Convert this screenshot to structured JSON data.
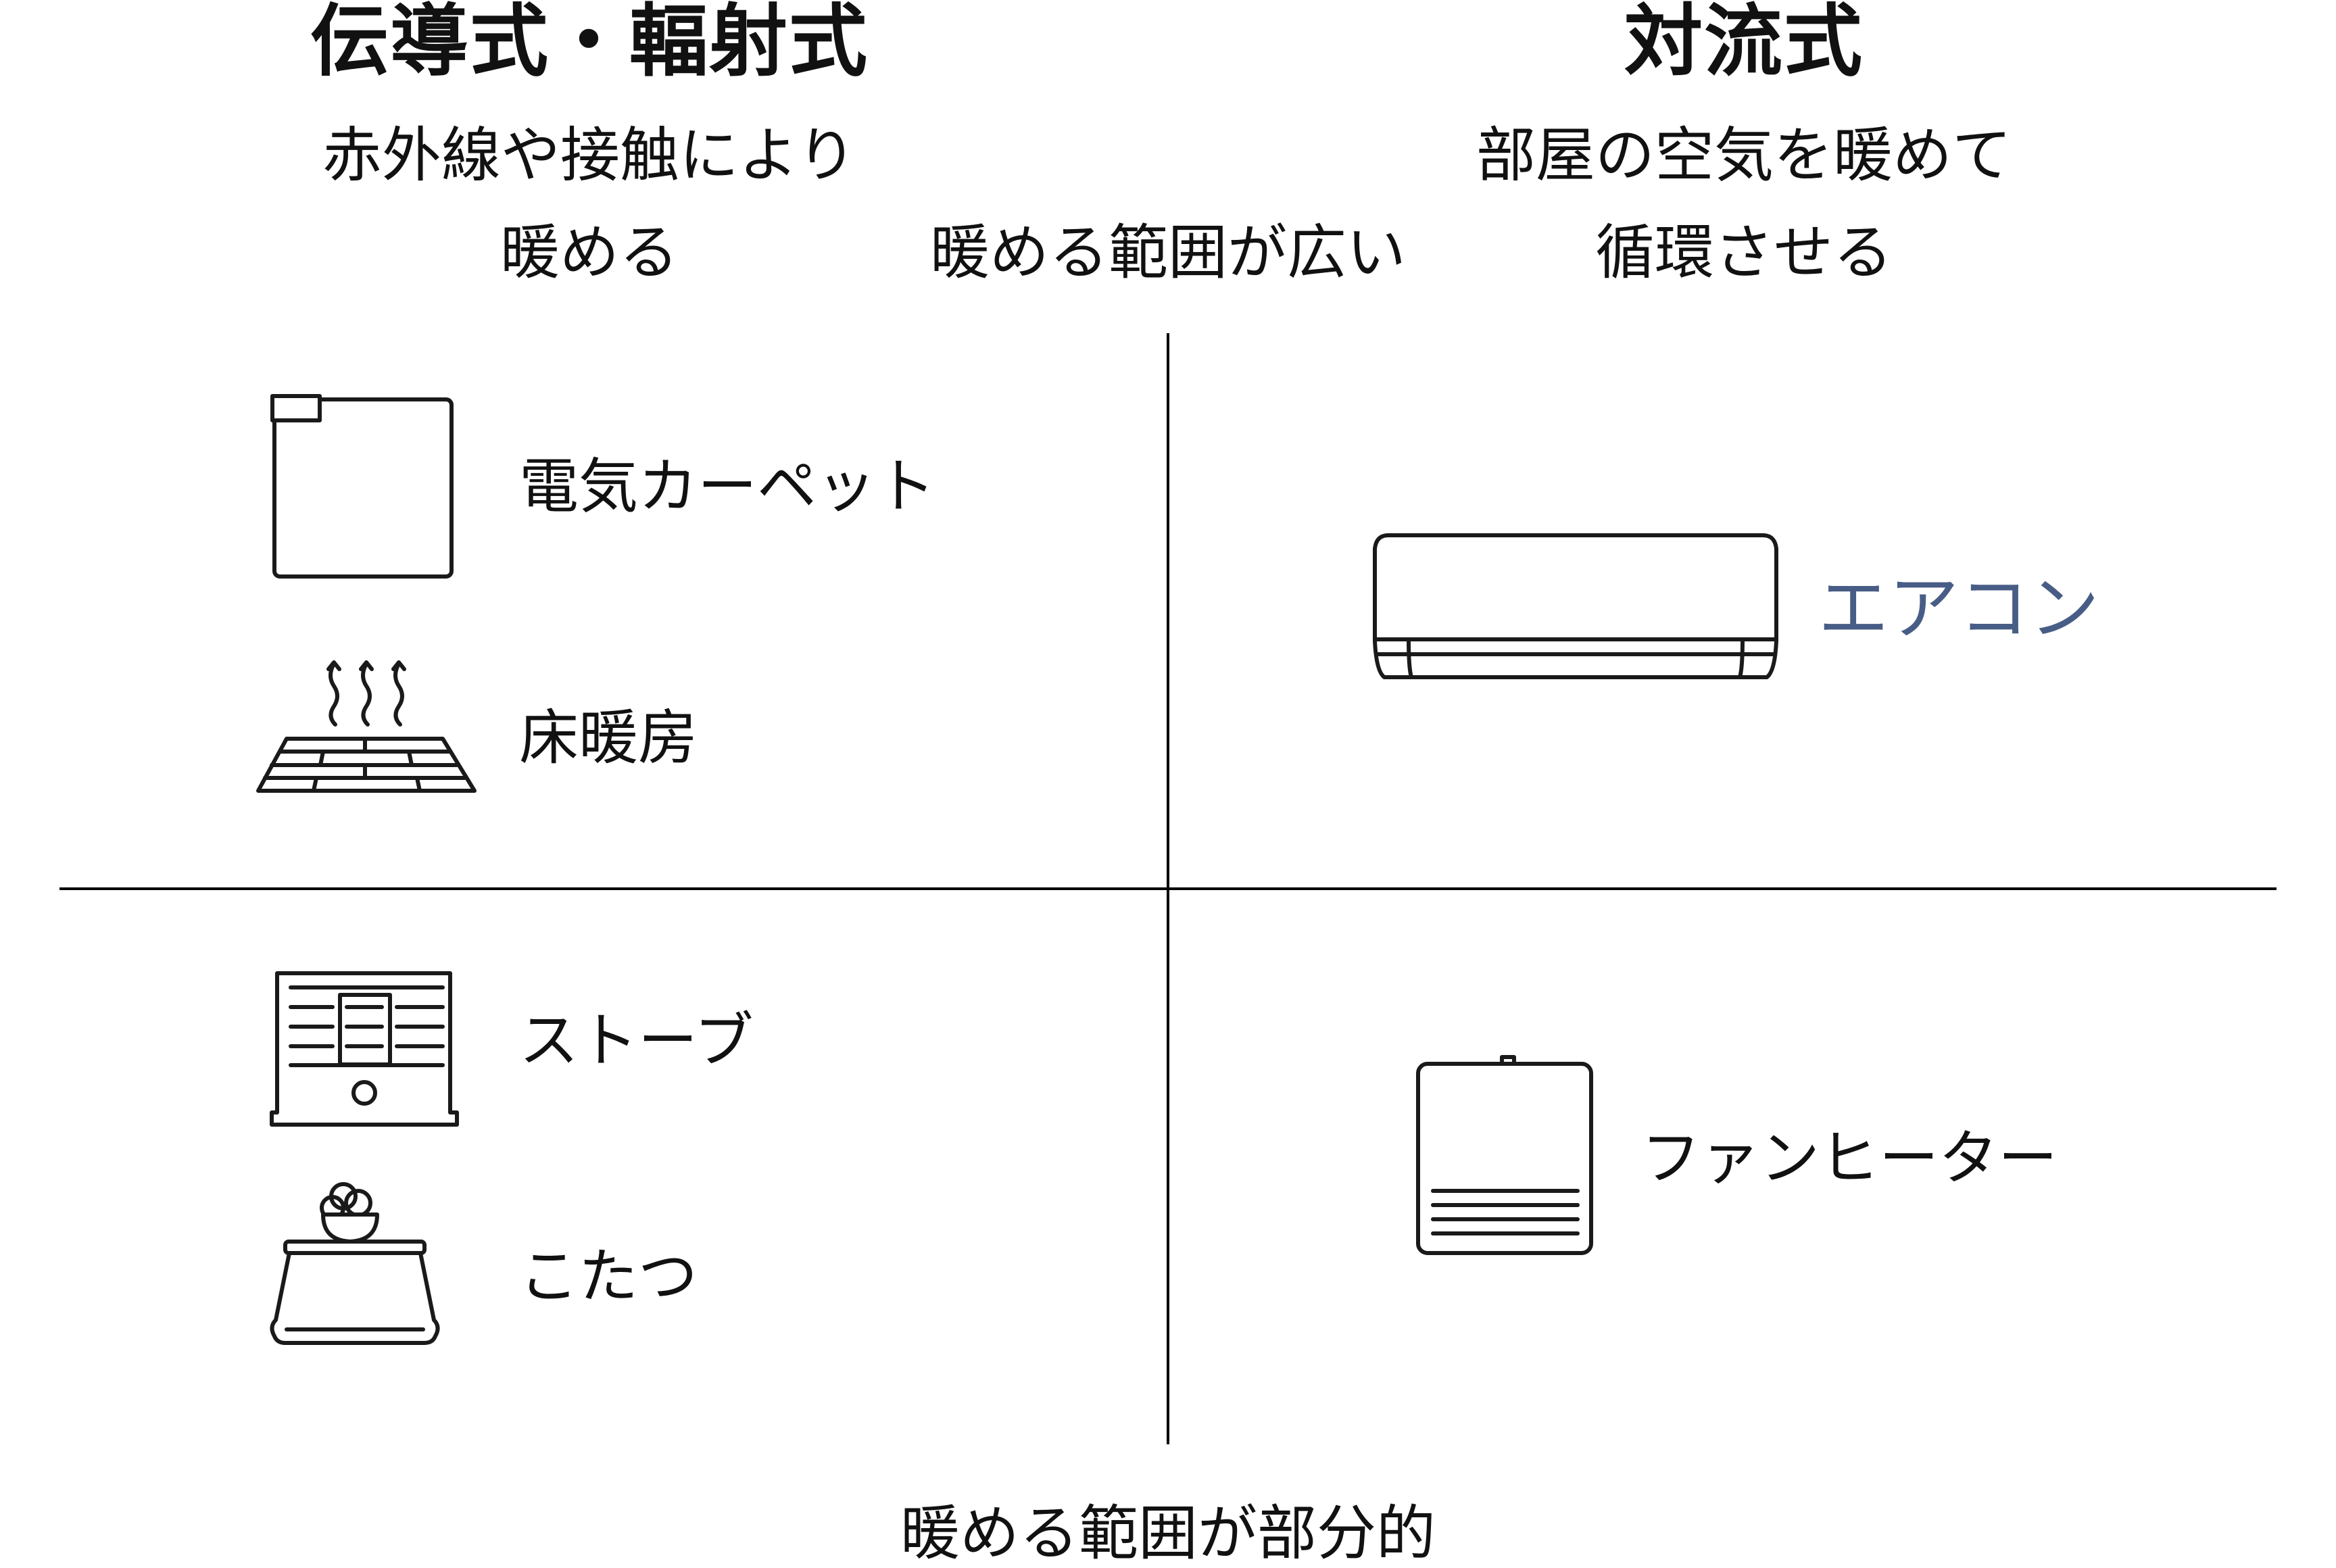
{
  "header": {
    "left_title": "伝導式・輻射式",
    "left_desc_line1": "赤外線や接触により",
    "left_desc_line2": "暖める",
    "right_title": "対流式",
    "right_desc_line1": "部屋の空気を暖めて",
    "right_desc_line2": "循環させる"
  },
  "axes": {
    "top_label": "暖める範囲が広い",
    "bottom_label": "暖める範囲が部分的"
  },
  "quadrants": {
    "top_left": [
      {
        "icon": "electric-carpet-icon",
        "label": "電気カーペット"
      },
      {
        "icon": "floor-heating-icon",
        "label": "床暖房"
      }
    ],
    "top_right": [
      {
        "icon": "air-conditioner-icon",
        "label": "エアコン",
        "color": "#485d86"
      }
    ],
    "bottom_left": [
      {
        "icon": "stove-icon",
        "label": "ストーブ"
      },
      {
        "icon": "kotatsu-icon",
        "label": "こたつ"
      }
    ],
    "bottom_right": [
      {
        "icon": "fan-heater-icon",
        "label": "ファンヒーター"
      }
    ]
  },
  "colors": {
    "accent": "#485d86",
    "text": "#111111",
    "line": "#000000"
  }
}
